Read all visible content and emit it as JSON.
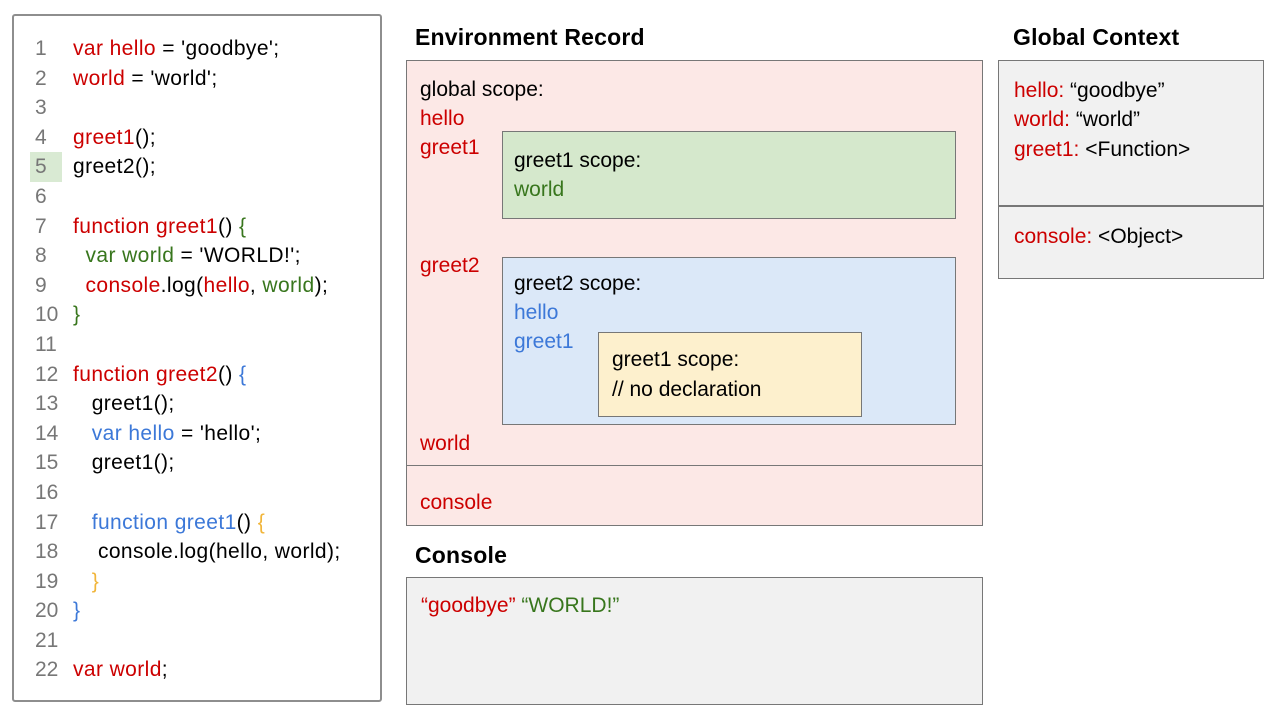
{
  "palette": {
    "red": "#cc0000",
    "green": "#38761d",
    "blue": "#3c78d8",
    "yellow": "#f1b53a",
    "ink": "#000000",
    "line_number": "#777777",
    "highlighted_line_bg": "#d9ead3",
    "global_scope_bg": "#fce8e6",
    "greet1_scope_bg": "#d5e8cc",
    "greet2_scope_bg": "#dbe8f8",
    "inner_greet1_scope_bg": "#fdf0cd",
    "context_box_bg": "#f1f1f1",
    "box_border": "#777777"
  },
  "code_panel": {
    "highlighted_line": 5,
    "lines": [
      {
        "num": 1,
        "tokens": [
          [
            "var hello",
            "red"
          ],
          [
            " = 'goodbye';",
            "ink"
          ]
        ]
      },
      {
        "num": 2,
        "tokens": [
          [
            "world",
            "red"
          ],
          [
            " = 'world';",
            "ink"
          ]
        ]
      },
      {
        "num": 3,
        "tokens": []
      },
      {
        "num": 4,
        "tokens": [
          [
            "greet1",
            "red"
          ],
          [
            "();",
            "ink"
          ]
        ]
      },
      {
        "num": 5,
        "tokens": [
          [
            "greet2();",
            "ink"
          ]
        ]
      },
      {
        "num": 6,
        "tokens": []
      },
      {
        "num": 7,
        "tokens": [
          [
            "function greet1",
            "red"
          ],
          [
            "() ",
            "ink"
          ],
          [
            "{",
            "green"
          ]
        ]
      },
      {
        "num": 8,
        "tokens": [
          [
            "  ",
            "ink"
          ],
          [
            "var world",
            "green"
          ],
          [
            " = 'WORLD!';",
            "ink"
          ]
        ]
      },
      {
        "num": 9,
        "tokens": [
          [
            "  ",
            "ink"
          ],
          [
            "console",
            "red"
          ],
          [
            ".log(",
            "ink"
          ],
          [
            "hello",
            "red"
          ],
          [
            ", ",
            "ink"
          ],
          [
            "world",
            "green"
          ],
          [
            ");",
            "ink"
          ]
        ]
      },
      {
        "num": 10,
        "tokens": [
          [
            "}",
            "green"
          ]
        ]
      },
      {
        "num": 11,
        "tokens": []
      },
      {
        "num": 12,
        "tokens": [
          [
            "function greet2",
            "red"
          ],
          [
            "() ",
            "ink"
          ],
          [
            "{",
            "blue"
          ]
        ]
      },
      {
        "num": 13,
        "tokens": [
          [
            "   greet1();",
            "ink"
          ]
        ]
      },
      {
        "num": 14,
        "tokens": [
          [
            "   ",
            "ink"
          ],
          [
            "var hello",
            "blue"
          ],
          [
            " = 'hello';",
            "ink"
          ]
        ]
      },
      {
        "num": 15,
        "tokens": [
          [
            "   greet1();",
            "ink"
          ]
        ]
      },
      {
        "num": 16,
        "tokens": []
      },
      {
        "num": 17,
        "tokens": [
          [
            "   ",
            "ink"
          ],
          [
            "function greet1",
            "blue"
          ],
          [
            "() ",
            "ink"
          ],
          [
            "{",
            "yellow"
          ]
        ]
      },
      {
        "num": 18,
        "tokens": [
          [
            "    console.log(hello, world);",
            "ink"
          ]
        ]
      },
      {
        "num": 19,
        "tokens": [
          [
            "   ",
            "ink"
          ],
          [
            "}",
            "yellow"
          ]
        ]
      },
      {
        "num": 20,
        "tokens": [
          [
            "}",
            "blue"
          ]
        ]
      },
      {
        "num": 21,
        "tokens": []
      },
      {
        "num": 22,
        "tokens": [
          [
            "var world",
            "red"
          ],
          [
            ";",
            "ink"
          ]
        ]
      }
    ]
  },
  "environment_record": {
    "title": "Environment Record",
    "labels": {
      "global_scope": "global scope:",
      "hello": "hello",
      "greet1": "greet1",
      "greet2": "greet2",
      "world": "world",
      "console": "console"
    },
    "greet1_scope": {
      "title": "greet1 scope:",
      "var1": "world"
    },
    "greet2_scope": {
      "title": "greet2 scope:",
      "var1": "hello",
      "var2": "greet1",
      "inner_greet1_scope": {
        "title": "greet1 scope:",
        "comment": "// no declaration"
      }
    }
  },
  "global_context": {
    "title": "Global Context",
    "variables": [
      {
        "name": "hello:",
        "value": "“goodbye”"
      },
      {
        "name": "world:",
        "value": "“world”"
      },
      {
        "name": "greet1:",
        "value": "<Function>"
      }
    ],
    "builtins": [
      {
        "name": "console:",
        "value": "<Object>"
      }
    ]
  },
  "console_panel": {
    "title": "Console",
    "output_tokens": [
      [
        "“goodbye”",
        "red"
      ],
      [
        " ",
        "ink"
      ],
      [
        "“WORLD!”",
        "green"
      ]
    ]
  }
}
